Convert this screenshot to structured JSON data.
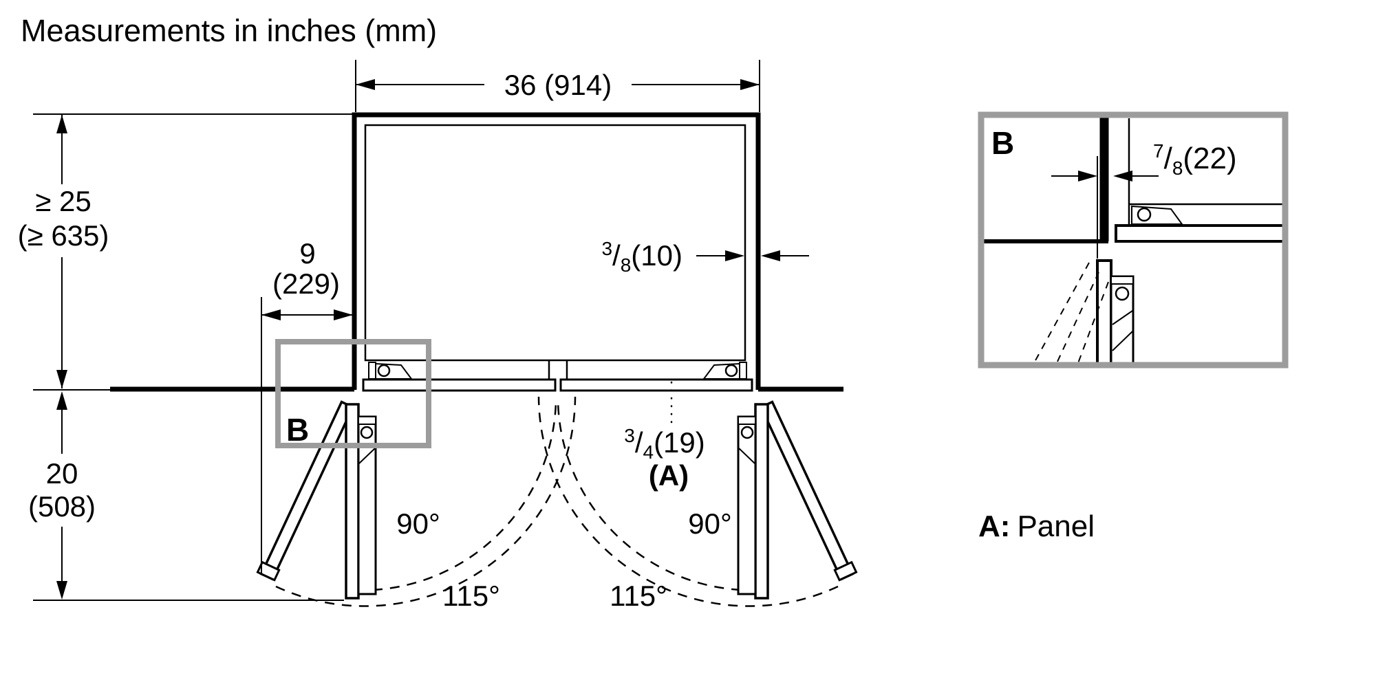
{
  "title": "Measurements in inches (mm)",
  "colors": {
    "line": "#000000",
    "detail_box": "#9c9c9c",
    "background": "#ffffff"
  },
  "main_view": {
    "width_dim": "36 (914)",
    "depth_above_line1": "≥ 25",
    "depth_above_line2": "(≥ 635)",
    "depth_below_line1": "20",
    "depth_below_line2": "(508)",
    "side_clearance_line1": "9",
    "side_clearance_line2": "(229)",
    "wall_gap_dim": {
      "sup": "3",
      "slash": "/",
      "sub": "8",
      "rest": "(10)"
    },
    "panel_thickness_dim": {
      "sup": "3",
      "slash": "/",
      "sub": "4",
      "rest": "(19)"
    },
    "panel_ref": "(A)",
    "angle_90_left": "90°",
    "angle_90_right": "90°",
    "angle_115_left": "115°",
    "angle_115_right": "115°",
    "detail_marker": "B"
  },
  "detail_view": {
    "label": "B",
    "gap_dim": {
      "sup": "7",
      "slash": "/",
      "sub": "8",
      "rest": "(22)"
    }
  },
  "legend": {
    "key": "A:",
    "value": "Panel"
  }
}
